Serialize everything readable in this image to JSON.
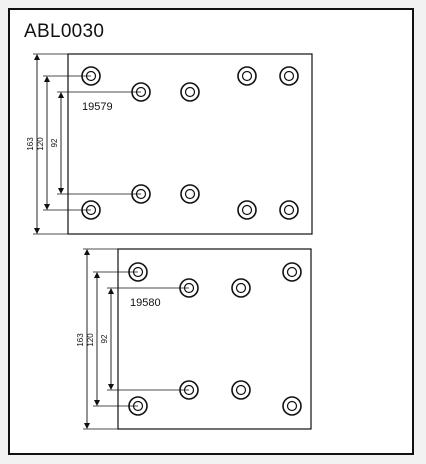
{
  "title": "ABL0030",
  "dims": {
    "d1": "163",
    "d2": "120",
    "d3": "92"
  },
  "plates": [
    {
      "code": "19579"
    },
    {
      "code": "19580"
    }
  ]
}
